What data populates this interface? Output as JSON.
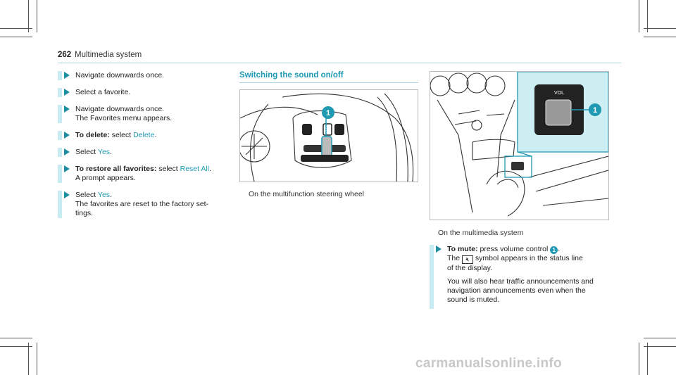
{
  "header": {
    "page_number": "262",
    "section": "Multimedia system"
  },
  "left_steps": [
    {
      "text": "Navigate downwards once."
    },
    {
      "text": "Select a favorite."
    },
    {
      "text": "Navigate downwards once.",
      "sub": "The Favorites menu appears."
    },
    {
      "bold": "To delete:",
      "text": " select ",
      "hl": "Delete",
      "tail": "."
    },
    {
      "text": "Select ",
      "hl": "Yes",
      "tail": "."
    },
    {
      "bold": "To restore all favorites:",
      "text": " select ",
      "hl": "Reset All",
      "tail": ".",
      "sub": "A prompt appears."
    },
    {
      "text": "Select ",
      "hl": "Yes",
      "tail": ".",
      "sub": "The favorites are reset to the factory set-",
      "sub2": "tings."
    }
  ],
  "middle": {
    "heading": "Switching the sound on/off",
    "caption": "On the multifunction steering wheel",
    "callout": "1"
  },
  "right": {
    "caption": "On the multimedia system",
    "callout": "1",
    "vol_label": "VOL",
    "mute_bold": "To mute:",
    "mute_text": " press volume control ",
    "mute_tail": ".",
    "mute_line2a": "The ",
    "mute_line2b": " symbol appears in the status line",
    "mute_line3": "of the display.",
    "note1": "You will also hear traffic announcements and",
    "note2": "navigation announcements even when the",
    "note3": "sound is muted."
  },
  "watermark": "carmanualsonline.info",
  "colors": {
    "accent": "#1f9ab2",
    "bar": "#c9ecf2",
    "inset": "#cdeef3"
  }
}
